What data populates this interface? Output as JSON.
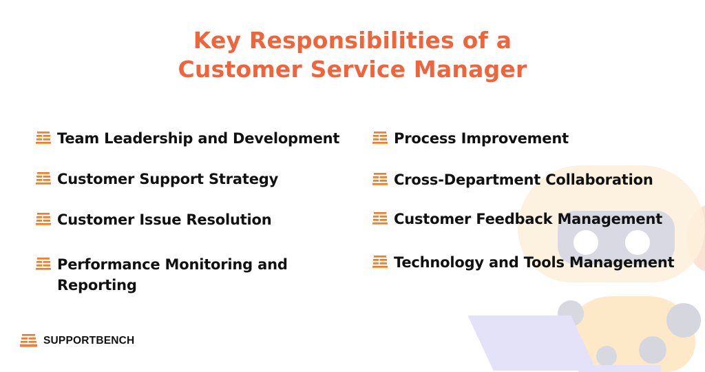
{
  "title": {
    "line1": "Key Responsibilities of a",
    "line2": "Customer Service Manager"
  },
  "colors": {
    "title": "#f0643c",
    "bullet_top": "#f0643c",
    "bullet_bottom": "#f7a532",
    "text": "#111111"
  },
  "left_column": {
    "items": [
      {
        "label": "Team Leadership and Development",
        "icon": "stack-bars-icon"
      },
      {
        "label": "Customer Support Strategy",
        "icon": "stack-bars-icon"
      },
      {
        "label": "Customer Issue Resolution",
        "icon": "stack-bars-icon"
      },
      {
        "label_line1": "Performance Monitoring and",
        "label_line2": "Reporting",
        "icon": "stack-bars-icon"
      }
    ]
  },
  "right_column": {
    "items": [
      {
        "label": "Process Improvement",
        "icon": "stack-bars-icon"
      },
      {
        "label": "Cross-Department Collaboration",
        "icon": "stack-bars-icon"
      },
      {
        "label": "Customer Feedback Management",
        "icon": "stack-bars-icon"
      },
      {
        "label": "Technology and Tools Management",
        "icon": "stack-bars-icon"
      }
    ]
  },
  "brand": {
    "name": "SUPPORTBENCH",
    "icon": "supportbench-logo-icon"
  }
}
